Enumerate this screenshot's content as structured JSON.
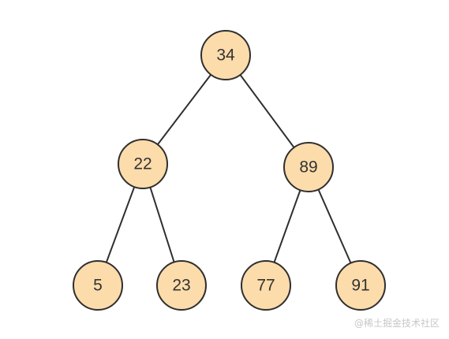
{
  "colors": {
    "node_fill": "#fddcab",
    "node_stroke": "#2f2f2f",
    "edge": "#2f2f2f",
    "label": "#333333",
    "watermark": "#c7c7c7"
  },
  "tree": {
    "nodes": [
      {
        "id": "n34",
        "label": "34"
      },
      {
        "id": "n22",
        "label": "22"
      },
      {
        "id": "n89",
        "label": "89"
      },
      {
        "id": "n5",
        "label": "5"
      },
      {
        "id": "n23",
        "label": "23"
      },
      {
        "id": "n77",
        "label": "77"
      },
      {
        "id": "n91",
        "label": "91"
      }
    ],
    "edges": [
      {
        "from": "n34",
        "to": "n22"
      },
      {
        "from": "n34",
        "to": "n89"
      },
      {
        "from": "n22",
        "to": "n5"
      },
      {
        "from": "n22",
        "to": "n23"
      },
      {
        "from": "n89",
        "to": "n77"
      },
      {
        "from": "n89",
        "to": "n91"
      }
    ]
  },
  "watermark": "@稀土掘金技术社区"
}
